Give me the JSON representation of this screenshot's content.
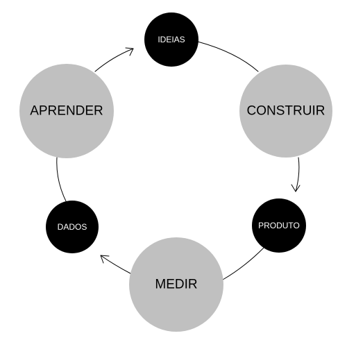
{
  "diagram": {
    "nodes": {
      "ideias": "IDEIAS",
      "construir": "CONSTRUIR",
      "produto": "PRODUTO",
      "medir": "MEDIR",
      "dados": "DADOS",
      "aprender": "APRENDER"
    }
  },
  "colors": {
    "large_circle": "#c0c0c0",
    "small_circle": "#000000",
    "connector": "#000000",
    "background": "#ffffff"
  }
}
